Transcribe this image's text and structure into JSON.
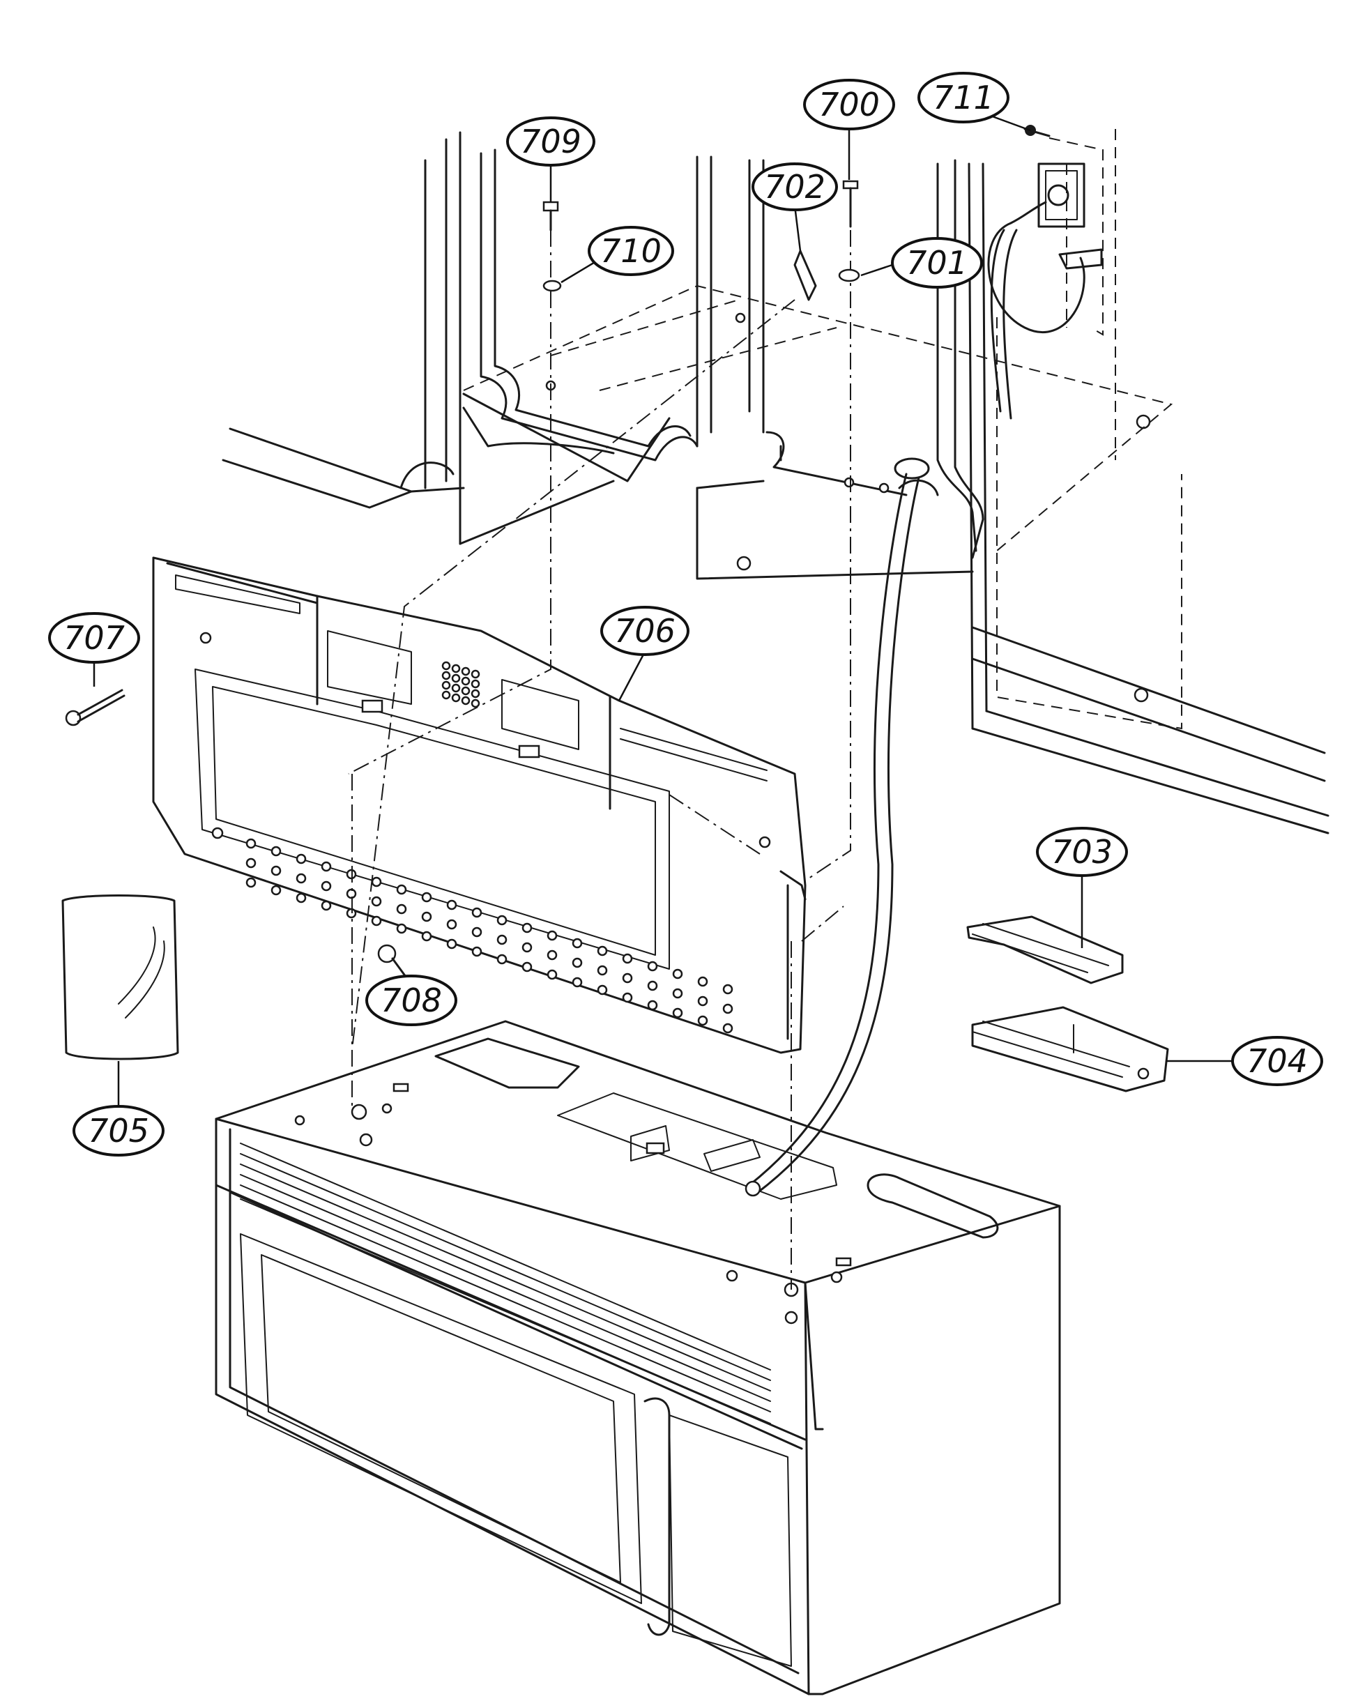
{
  "colors": {
    "ink": "#1a1a1a",
    "paper": "#ffffff"
  },
  "parts": [
    {
      "id": "p700",
      "number": "700"
    },
    {
      "id": "p701",
      "number": "701"
    },
    {
      "id": "p702",
      "number": "702"
    },
    {
      "id": "p703",
      "number": "703"
    },
    {
      "id": "p704",
      "number": "704"
    },
    {
      "id": "p705",
      "number": "705"
    },
    {
      "id": "p706",
      "number": "706"
    },
    {
      "id": "p707",
      "number": "707"
    },
    {
      "id": "p708",
      "number": "708"
    },
    {
      "id": "p709",
      "number": "709"
    },
    {
      "id": "p710",
      "number": "710"
    },
    {
      "id": "p711",
      "number": "711"
    }
  ]
}
